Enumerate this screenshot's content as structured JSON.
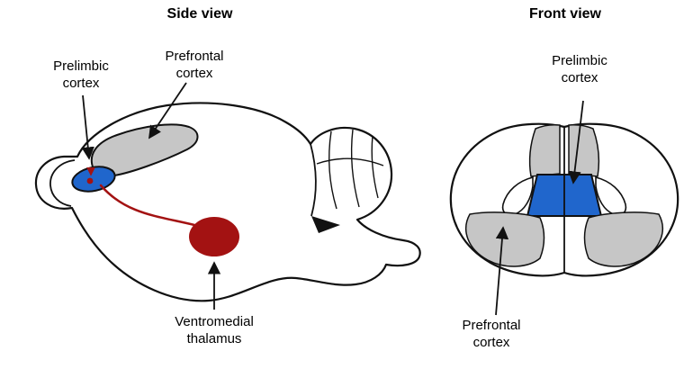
{
  "titles": {
    "side": "Side view",
    "front": "Front view"
  },
  "labels": {
    "side_prelimbic": "Prelimbic cortex",
    "side_prefrontal": "Prefrontal cortex",
    "side_thalamus": "Ventromedial thalamus",
    "front_prelimbic": "Prelimbic cortex",
    "front_prefrontal": "Prefrontal cortex"
  },
  "colors": {
    "prelimbic_blue": "#2066cc",
    "prefrontal_gray": "#c6c6c6",
    "thalamus_red": "#a31212",
    "outline": "#111111",
    "background": "#ffffff"
  }
}
